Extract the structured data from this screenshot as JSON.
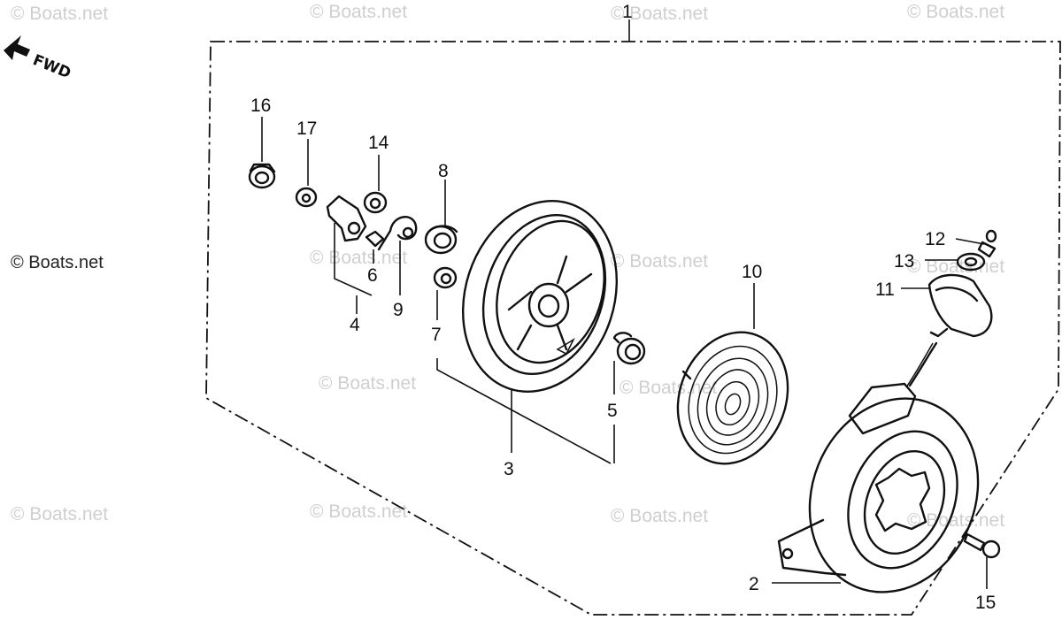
{
  "direction_label": "FWD",
  "copyright_notice": "© Boats.net",
  "watermarks": [
    "© Boats.net",
    "© Boats.net",
    "© Boats.net",
    "© Boats.net",
    "© Boats.net",
    "© Boats.net",
    "© Boats.net",
    "© Boats.net",
    "© Boats.net",
    "© Boats.net",
    "© Boats.net",
    "© Boats.net",
    "© Boats.net"
  ],
  "callouts": {
    "c1": "1",
    "c2": "2",
    "c3": "3",
    "c4": "4",
    "c5": "5",
    "c6": "6",
    "c7": "7",
    "c8": "8",
    "c9": "9",
    "c10": "10",
    "c11": "11",
    "c12": "12",
    "c13": "13",
    "c14": "14",
    "c15": "15",
    "c16": "16",
    "c17": "17"
  },
  "colors": {
    "ink": "#111111",
    "watermark": "#cfcfcf",
    "background": "#ffffff"
  }
}
